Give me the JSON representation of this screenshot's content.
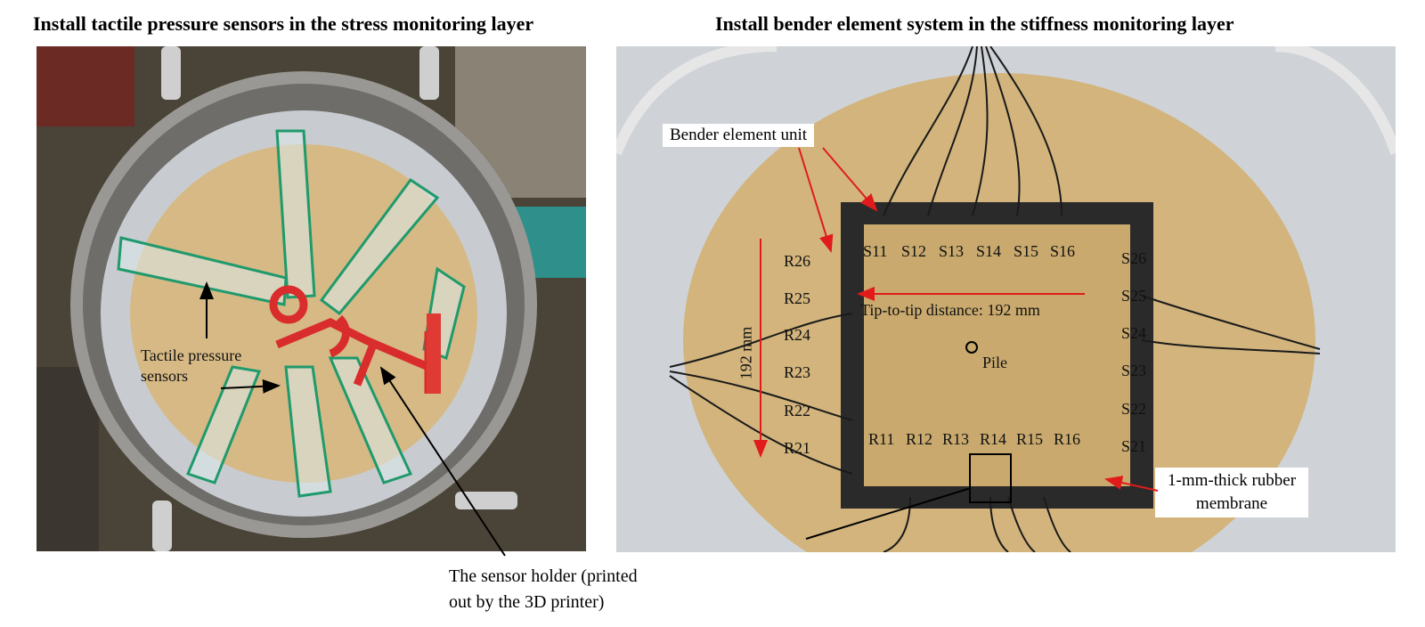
{
  "titles": {
    "left": "Install tactile pressure sensors in the stress monitoring layer",
    "right": "Install bender element system in the stiffness monitoring layer"
  },
  "left_panel": {
    "tactile_label_line1": "Tactile pressure",
    "tactile_label_line2": "sensors",
    "holder_caption_line1": "The sensor holder (printed",
    "holder_caption_line2": "out by the 3D printer)"
  },
  "right_panel": {
    "bender_unit_label": "Bender element unit",
    "s_top": [
      "S11",
      "S12",
      "S13",
      "S14",
      "S15",
      "S16"
    ],
    "r_bottom": [
      "R11",
      "R12",
      "R13",
      "R14",
      "R15",
      "R16"
    ],
    "r_left": [
      "R26",
      "R25",
      "R24",
      "R23",
      "R22",
      "R21"
    ],
    "s_right": [
      "S26",
      "S25",
      "S24",
      "S23",
      "S22",
      "S21"
    ],
    "tip_distance": "Tip-to-tip distance: 192 mm",
    "vertical_distance": "192 mm",
    "pile_label": "Pile",
    "membrane_line1": "1-mm-thick rubber",
    "membrane_line2": "membrane"
  },
  "colors": {
    "sand": "#d2b47c",
    "arrow_red": "#e11b1b",
    "holder_red": "#d92c2c",
    "tape_green": "#1f9a6c"
  }
}
